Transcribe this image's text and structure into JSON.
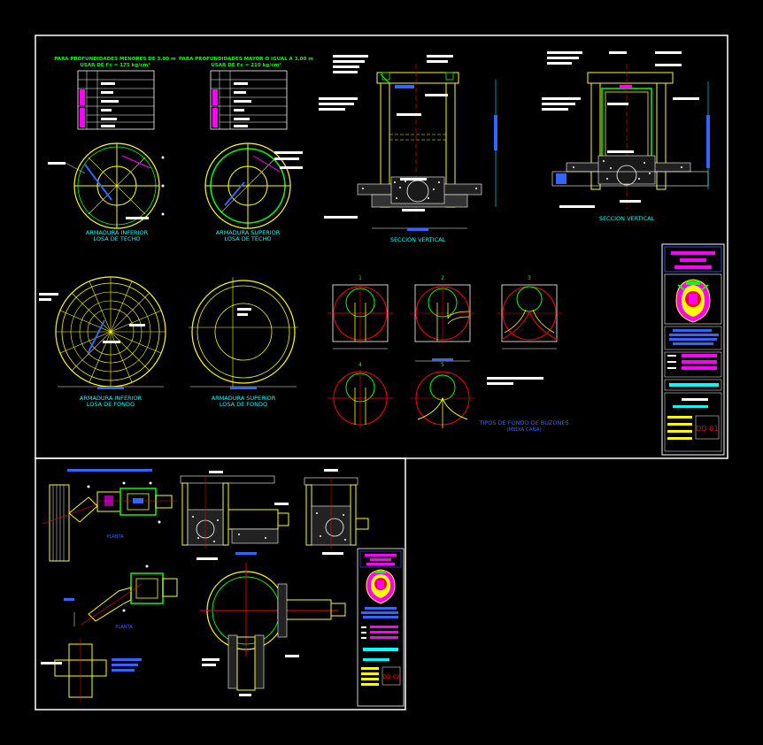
{
  "sheet1": {
    "table_left": {
      "title_line1": "PARA PROFUNDIDADES MENORES DE 3.00 m",
      "title_line2": "USAR DE f'c = 175 kg/cm²"
    },
    "table_right": {
      "title_line1": "PARA PROFUNDIDADES MAYOR O IGUAL A 3.00 m",
      "title_line2": "USAR DE f'c = 210 kg/cm²"
    },
    "roof_lower": {
      "title1": "ARMADURA INFERIOR",
      "title2": "LOSA DE TECHO"
    },
    "roof_upper": {
      "title1": "ARMADURA SUPERIOR",
      "title2": "LOSA DE TECHO"
    },
    "floor_lower": {
      "title1": "ARMADURA INFERIOR",
      "title2": "LOSA DE FONDO"
    },
    "floor_upper": {
      "title1": "ARMADURA SUPERIOR",
      "title2": "LOSA DE FONDO"
    },
    "section_left_title": "SECCION VERTICAL",
    "section_right_title": "SECCION VERTICAL",
    "types": {
      "title": "TIPOS DE FONDO DE BUZONES",
      "subtitle": "(MEDIA CAÑA)",
      "labels": [
        "1",
        "2",
        "3",
        "4",
        "5"
      ]
    },
    "titleblock": {
      "sheet_code": "DD-01"
    }
  },
  "sheet2": {
    "planta_label_1": "PLANTA",
    "planta_label_2": "PLANTA",
    "titleblock": {
      "sheet_code": "DD-02"
    }
  },
  "colors": {
    "frame": "#ffffff",
    "yellow": "#ffff00",
    "green": "#00ff00",
    "cyan": "#00ffff",
    "red": "#ff0000",
    "magenta": "#ff00ff",
    "blue": "#3366ff",
    "white": "#ffffff"
  }
}
